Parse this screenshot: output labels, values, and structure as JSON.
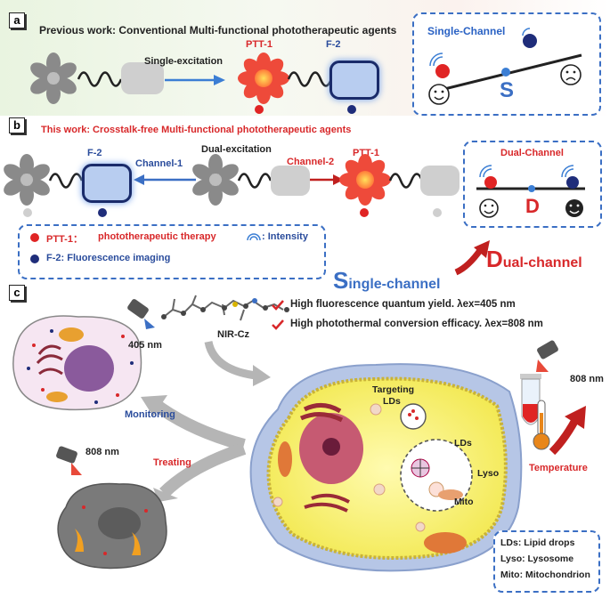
{
  "panels": {
    "a": "a",
    "b": "b",
    "c": "c"
  },
  "panel_a": {
    "title": "Previous work: Conventional Multi-functional phototherapeutic agents",
    "excitation": "Single-excitation",
    "ptt_label": "PTT-1",
    "f_label": "F-2",
    "channel_box_title": "Single-Channel",
    "channel_letter": "S"
  },
  "panel_b": {
    "title": "This work: Crosstalk-free Multi-functional phototherapeutic agents",
    "excitation": "Dual-excitation",
    "channel1": "Channel-1",
    "channel2": "Channel-2",
    "f_label": "F-2",
    "ptt_label": "PTT-1",
    "channel_box_title": "Dual-Channel",
    "channel_letter": "D",
    "legend_ptt": "PTT-1：",
    "legend_ptt_desc": "phototherapeutic therapy",
    "legend_intensity": ": Intensity",
    "legend_f": "F-2: Fluorescence imaging",
    "single_big": "S",
    "single_rest": "ingle-channel",
    "dual_big": "D",
    "dual_rest": "ual-channel"
  },
  "panel_c": {
    "laser_405": "405 nm",
    "molecule": "NIR-Cz",
    "feature1": "High fluorescence quantum yield. λex=405 nm",
    "feature2": "High photothermal conversion efficacy. λex=808 nm",
    "targeting": "Targeting",
    "targeting2": "LDs",
    "monitoring": "Monitoring",
    "treating": "Treating",
    "laser_808_left": "808 nm",
    "laser_808_right": "808 nm",
    "lds": "LDs",
    "lyso": "Lyso",
    "mito": "Mito",
    "temperature": "Temperature",
    "legend_lds": "LDs: Lipid drops",
    "legend_lyso": "Lyso: Lysosome",
    "legend_mito": "Mito: Mitochondrion"
  },
  "colors": {
    "red": "#d8282a",
    "blue": "#2a4c9c",
    "dash": "#3b6fc4",
    "cell": "#f7f07a"
  }
}
